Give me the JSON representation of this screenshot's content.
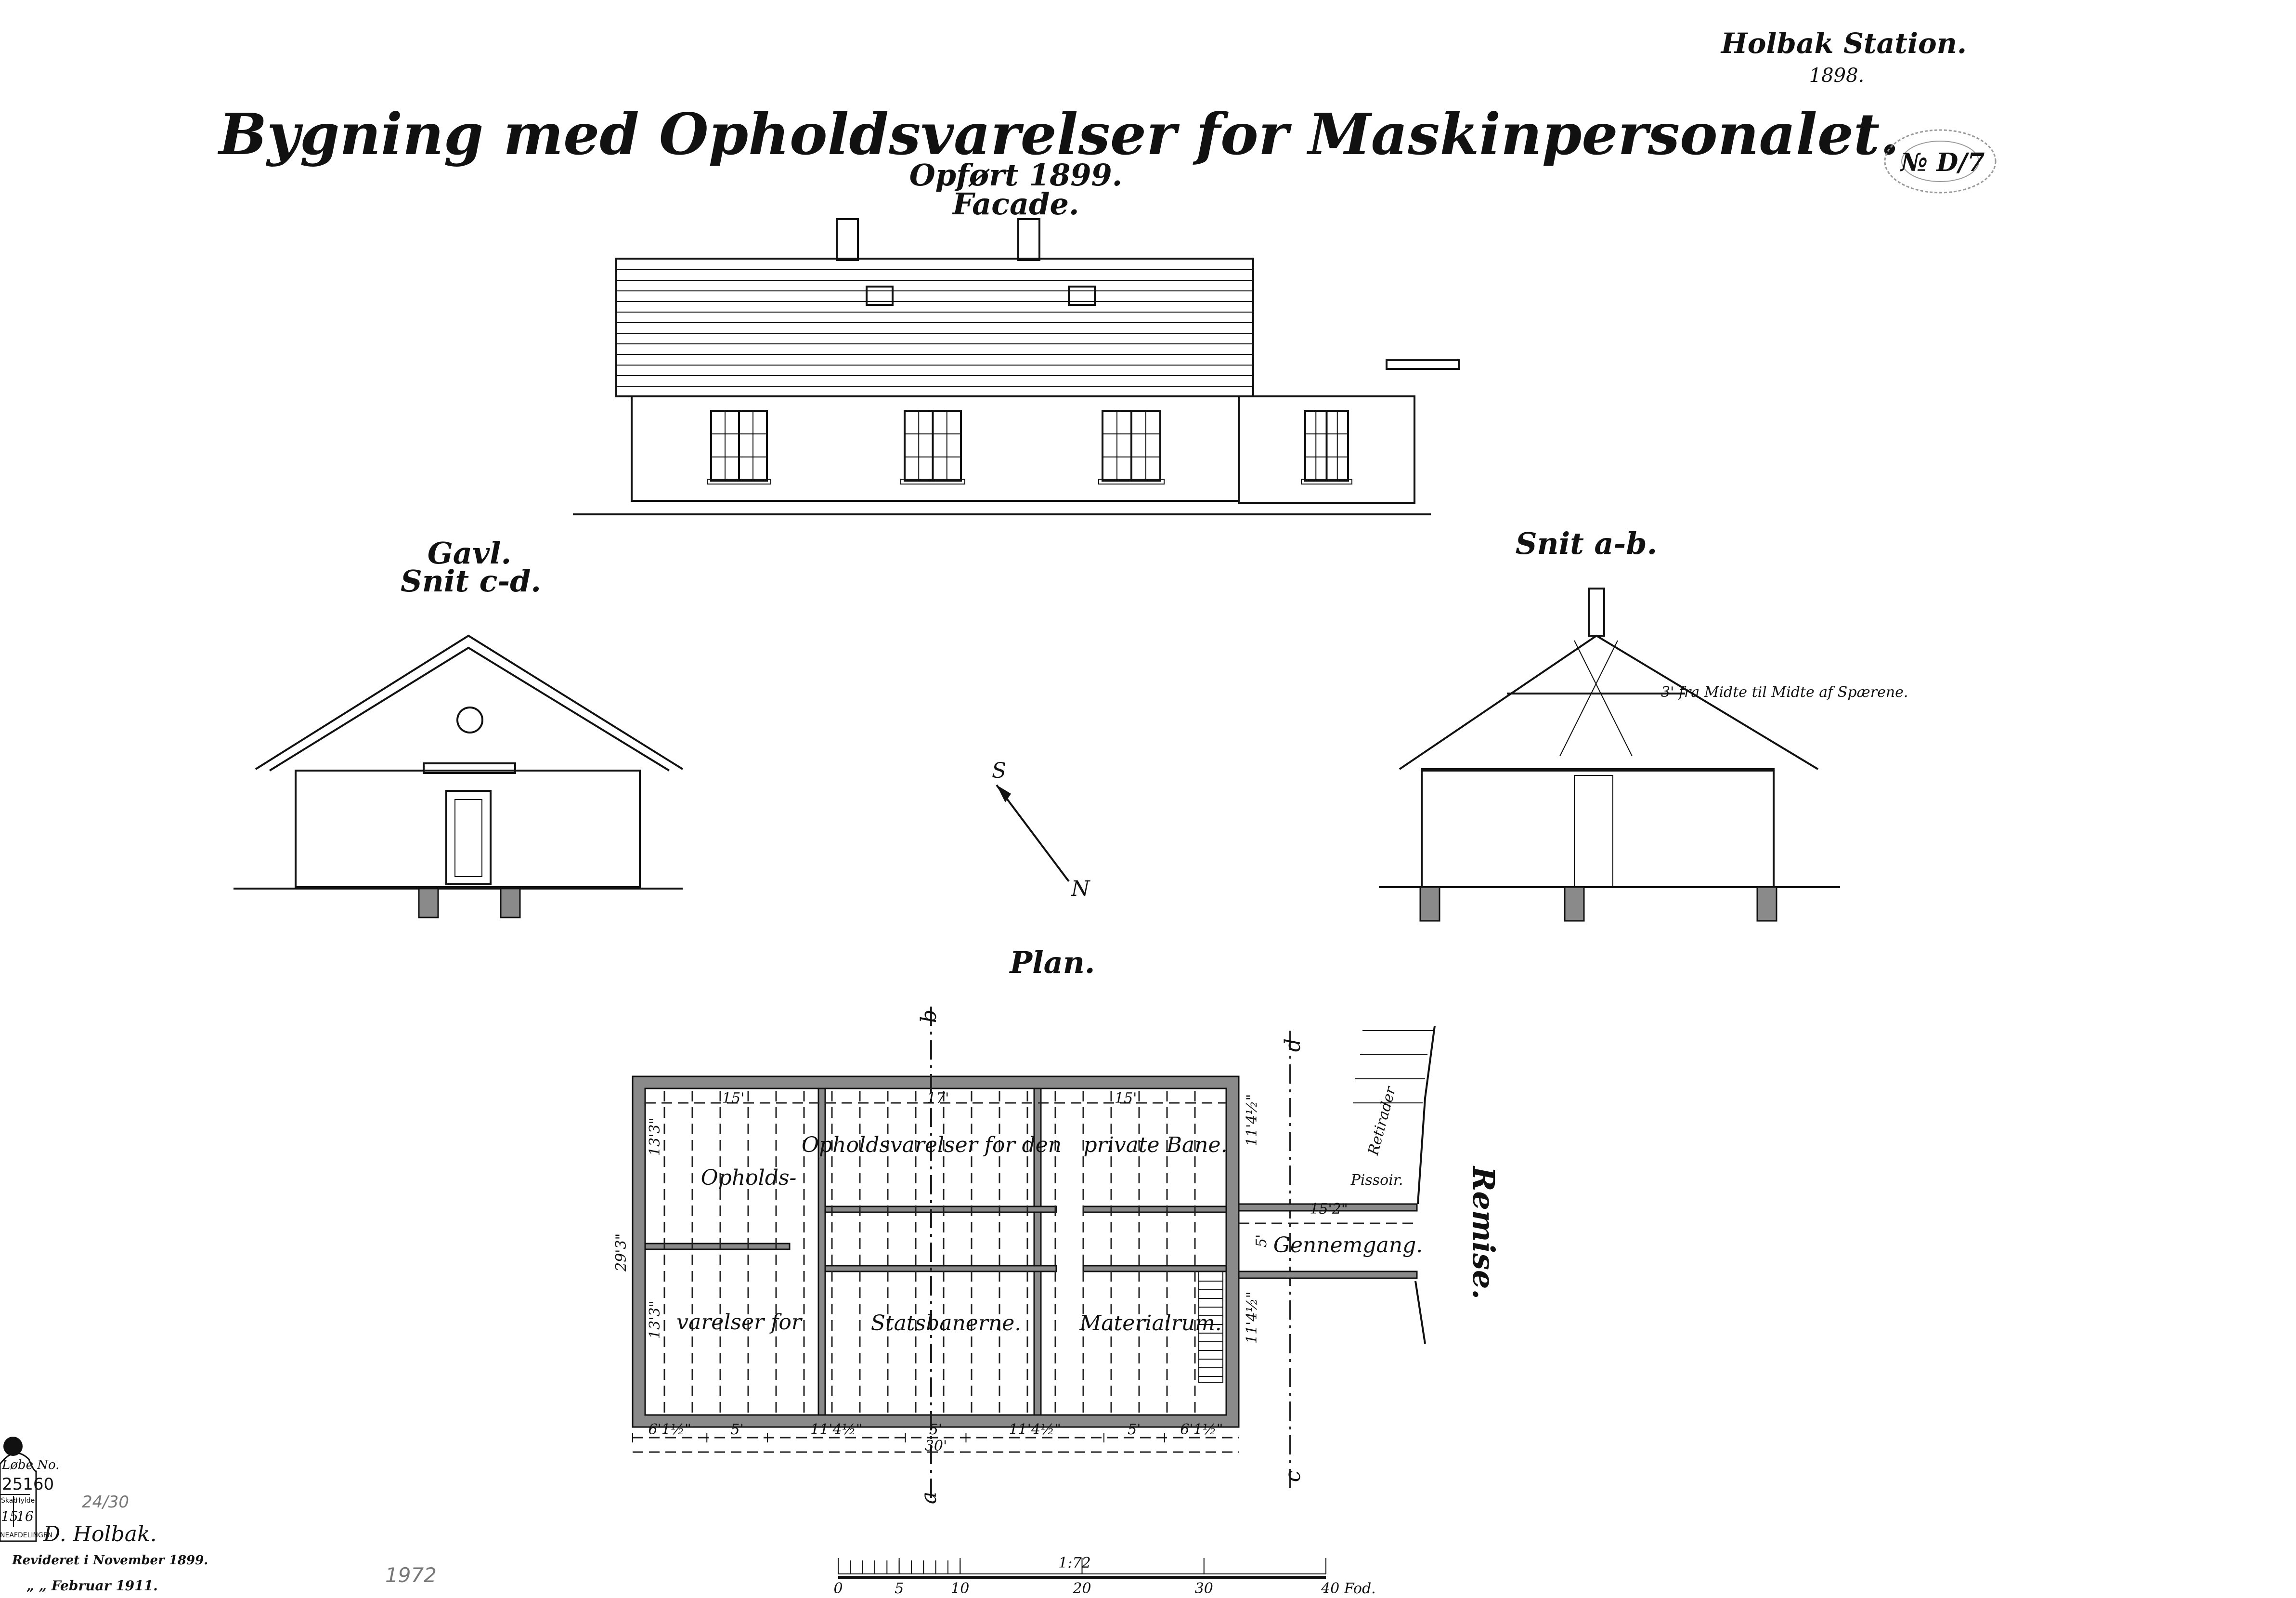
{
  "header": {
    "title": "Bygning med Opholdsvarelser for Maskinpersonalet.",
    "built": "Opført 1899.",
    "station": "Holbak Station.",
    "station_year": "1898.",
    "archive_stamp": "№ D/7"
  },
  "views": {
    "facade": "Facade.",
    "gable": "Gavl.",
    "gable_section": "Snit c-d.",
    "section_ab": "Snit a-b.",
    "section_note": "3' fra Midte til Midte af Spærene.",
    "plan": "Plan."
  },
  "compass": {
    "south": "S",
    "north": "N"
  },
  "plan": {
    "rooms": [
      "Opholds-",
      "varelser for",
      "Opholdsvarelser for den",
      "private Bane.",
      "Statsbanerne.",
      "Materialrum."
    ],
    "annex": {
      "passage": "Gennemgang.",
      "pissoir": "Pissoir.",
      "toilets": "Retirader",
      "shed": "Remise."
    },
    "section_marks": {
      "a": "a",
      "b": "b",
      "c": "c",
      "d": "d"
    },
    "width_dims": [
      "6'1½\"",
      "5'",
      "11'4½\"",
      "5'",
      "11'4½\"",
      "5'",
      "6'1½\""
    ],
    "total_width": "30'",
    "depth_dim": "29'3\"",
    "room_dims": [
      "15'",
      "17'",
      "15'",
      "13'3\"",
      "13'3\"",
      "11'4½\"",
      "11'4½\"",
      "5'",
      "15'2\""
    ]
  },
  "scale": {
    "ratio": "1:72",
    "ticks": [
      "0",
      "5",
      "10",
      "20",
      "30",
      "40 Fod."
    ]
  },
  "archive_label": {
    "header": "Løbe No.",
    "number": "25160",
    "skab_label": "Skab",
    "hylde_label": "Hylde",
    "skab": "15",
    "hylde": "16",
    "department": "NEAFDELINGEN"
  },
  "annotations": {
    "place": "D. Holbak.",
    "ref": "24/30",
    "revised_1": "Revideret i November 1899.",
    "revised_2": "„      „  Februar 1911.",
    "pencil_year": "1972"
  }
}
